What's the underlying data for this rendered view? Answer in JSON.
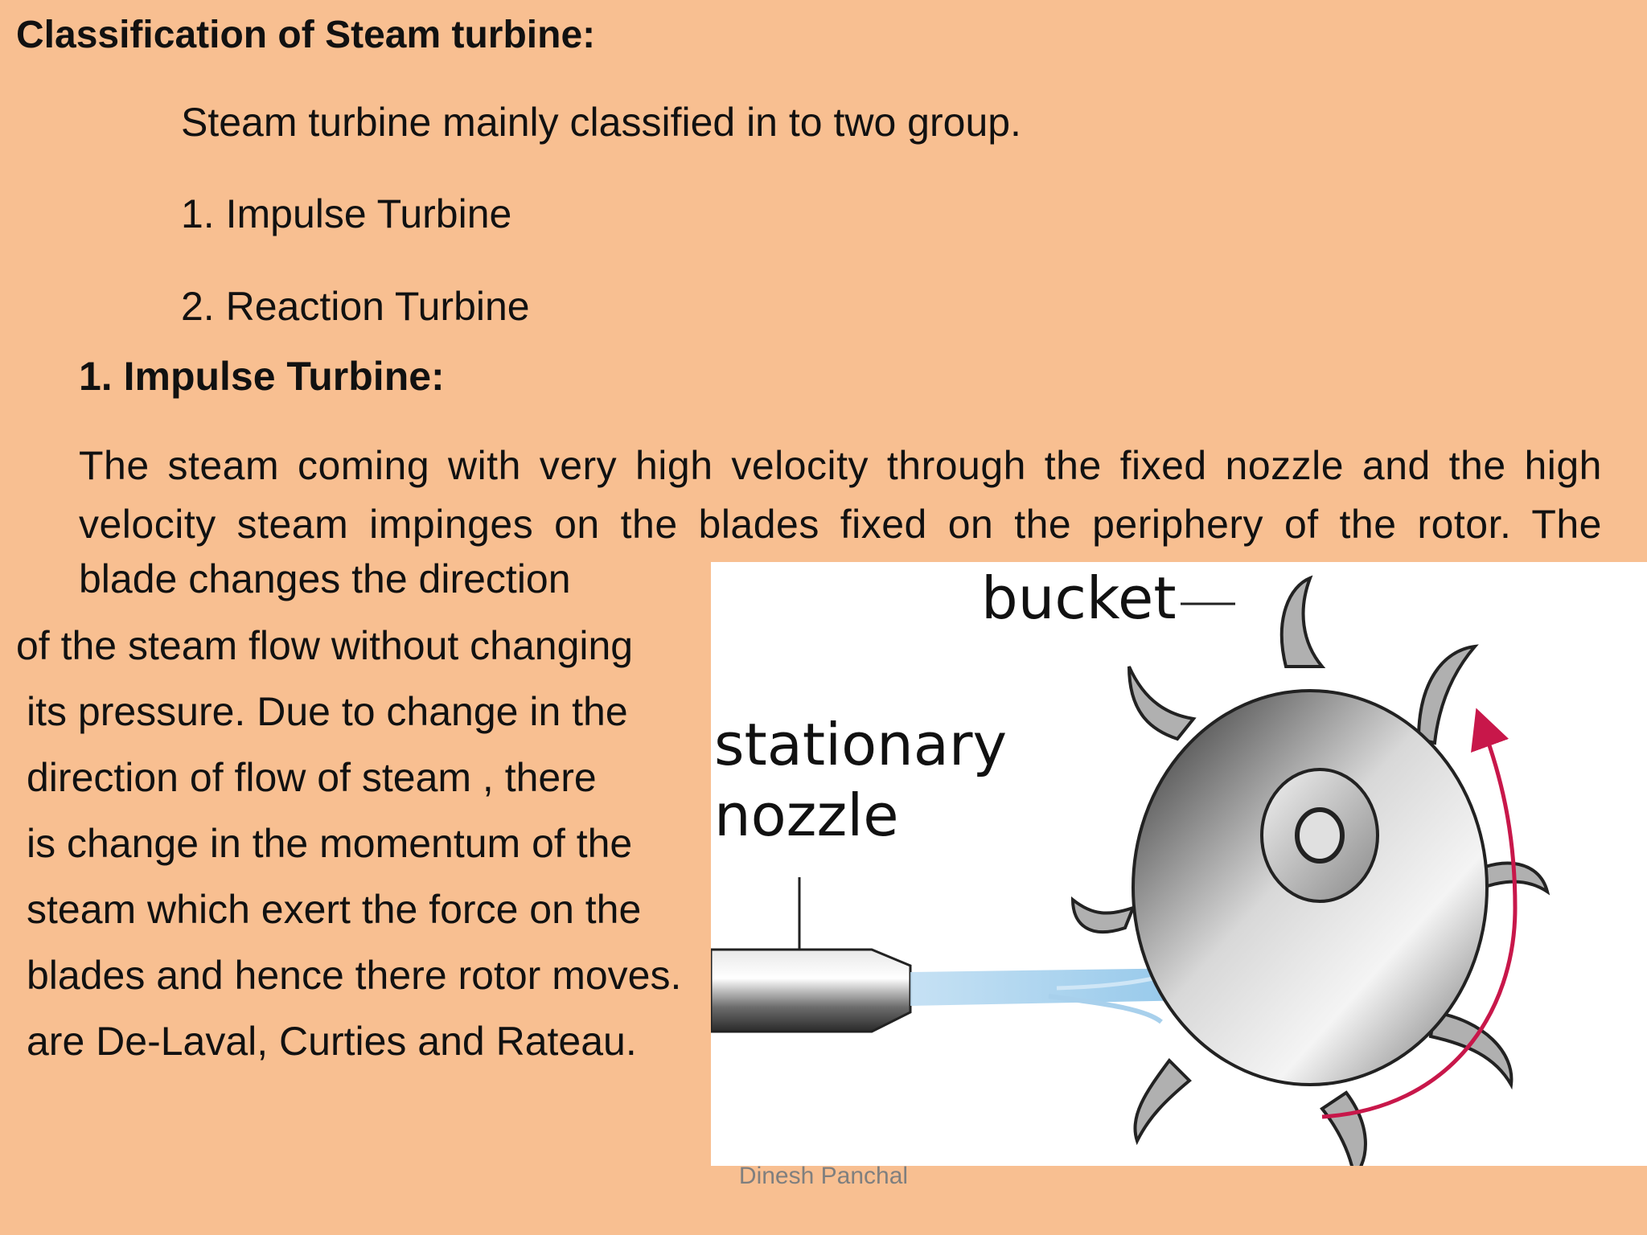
{
  "heading": "Classification of Steam turbine:",
  "intro": "Steam turbine mainly classified in to two group.",
  "groups": [
    "1. Impulse Turbine",
    "2. Reaction Turbine"
  ],
  "section_heading": "1. Impulse Turbine:",
  "paragraph_lines": [
    "The steam coming with very high velocity through the fixed nozzle and the high",
    "velocity steam impinges on the blades fixed on the periphery of the rotor. The",
    "blade changes the direction",
    "of the steam flow without changing",
    "its pressure. Due to change in the",
    "direction of flow of steam , there",
    "is change in the momentum of the",
    "steam which exert the force on the",
    "blades and hence there rotor moves.",
    "are De-Laval, Curties and Rateau."
  ],
  "figure": {
    "label_bucket": "bucket",
    "label_nozzle_line1": "stationary",
    "label_nozzle_line2": "nozzle",
    "colors": {
      "arrow": "#c8174a",
      "jet": "#a9d2ec",
      "background": "#ffffff"
    }
  },
  "footer": {
    "author": "Dinesh Panchal"
  },
  "colors": {
    "slide_background": "#f8bf91",
    "text": "#111111",
    "footer_text": "#7f7f7f"
  }
}
